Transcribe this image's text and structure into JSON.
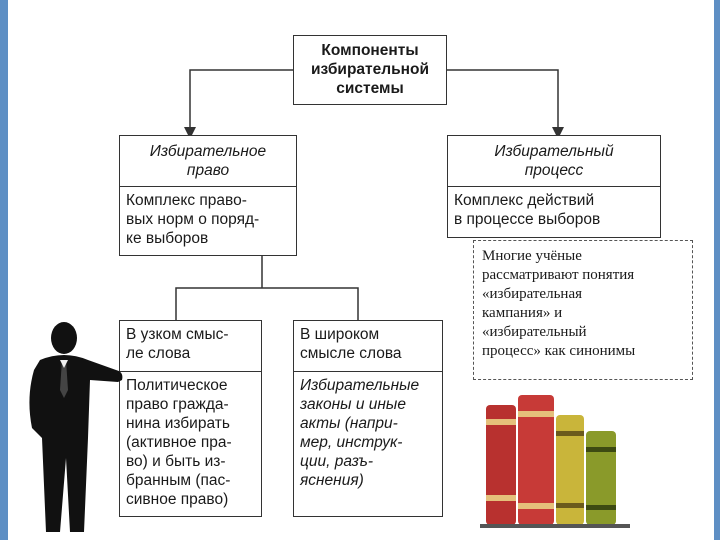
{
  "top": {
    "label": "Компоненты\nизбирательной\nсистемы"
  },
  "left_header": {
    "label": "Избирательное\nправо"
  },
  "left_def": {
    "label": "Комплекс право-\nвых норм о поряд-\nке выборов"
  },
  "right_header": {
    "label": "Избирательный\nпроцесс"
  },
  "right_def": {
    "label": "Комплекс действий\nв процессе выборов"
  },
  "narrow": {
    "header": "В узком смыс-\nле слова",
    "body": "Политическое\nправо гражда-\nнина избирать\n(активное пра-\nво) и быть из-\nбранным (пас-\nсивное право)"
  },
  "wide": {
    "header": "В широком\nсмысле слова",
    "body": "Избирательные\nзаконы и иные\nакты (напри-\nмер, инструк-\nции, разъ-\nяснения)"
  },
  "note": {
    "text": "Многие учёные\nрассматривают понятия\n«избирательная\nкампания» и\n«избирательный\nпроцесс» как синонимы"
  },
  "colors": {
    "accent": "#5e8fc4",
    "book_red": "#b8312f",
    "book_green": "#8a9a2a",
    "book_yellow": "#c9b53a"
  },
  "icons": [
    "businessman-icon",
    "books-icon"
  ]
}
